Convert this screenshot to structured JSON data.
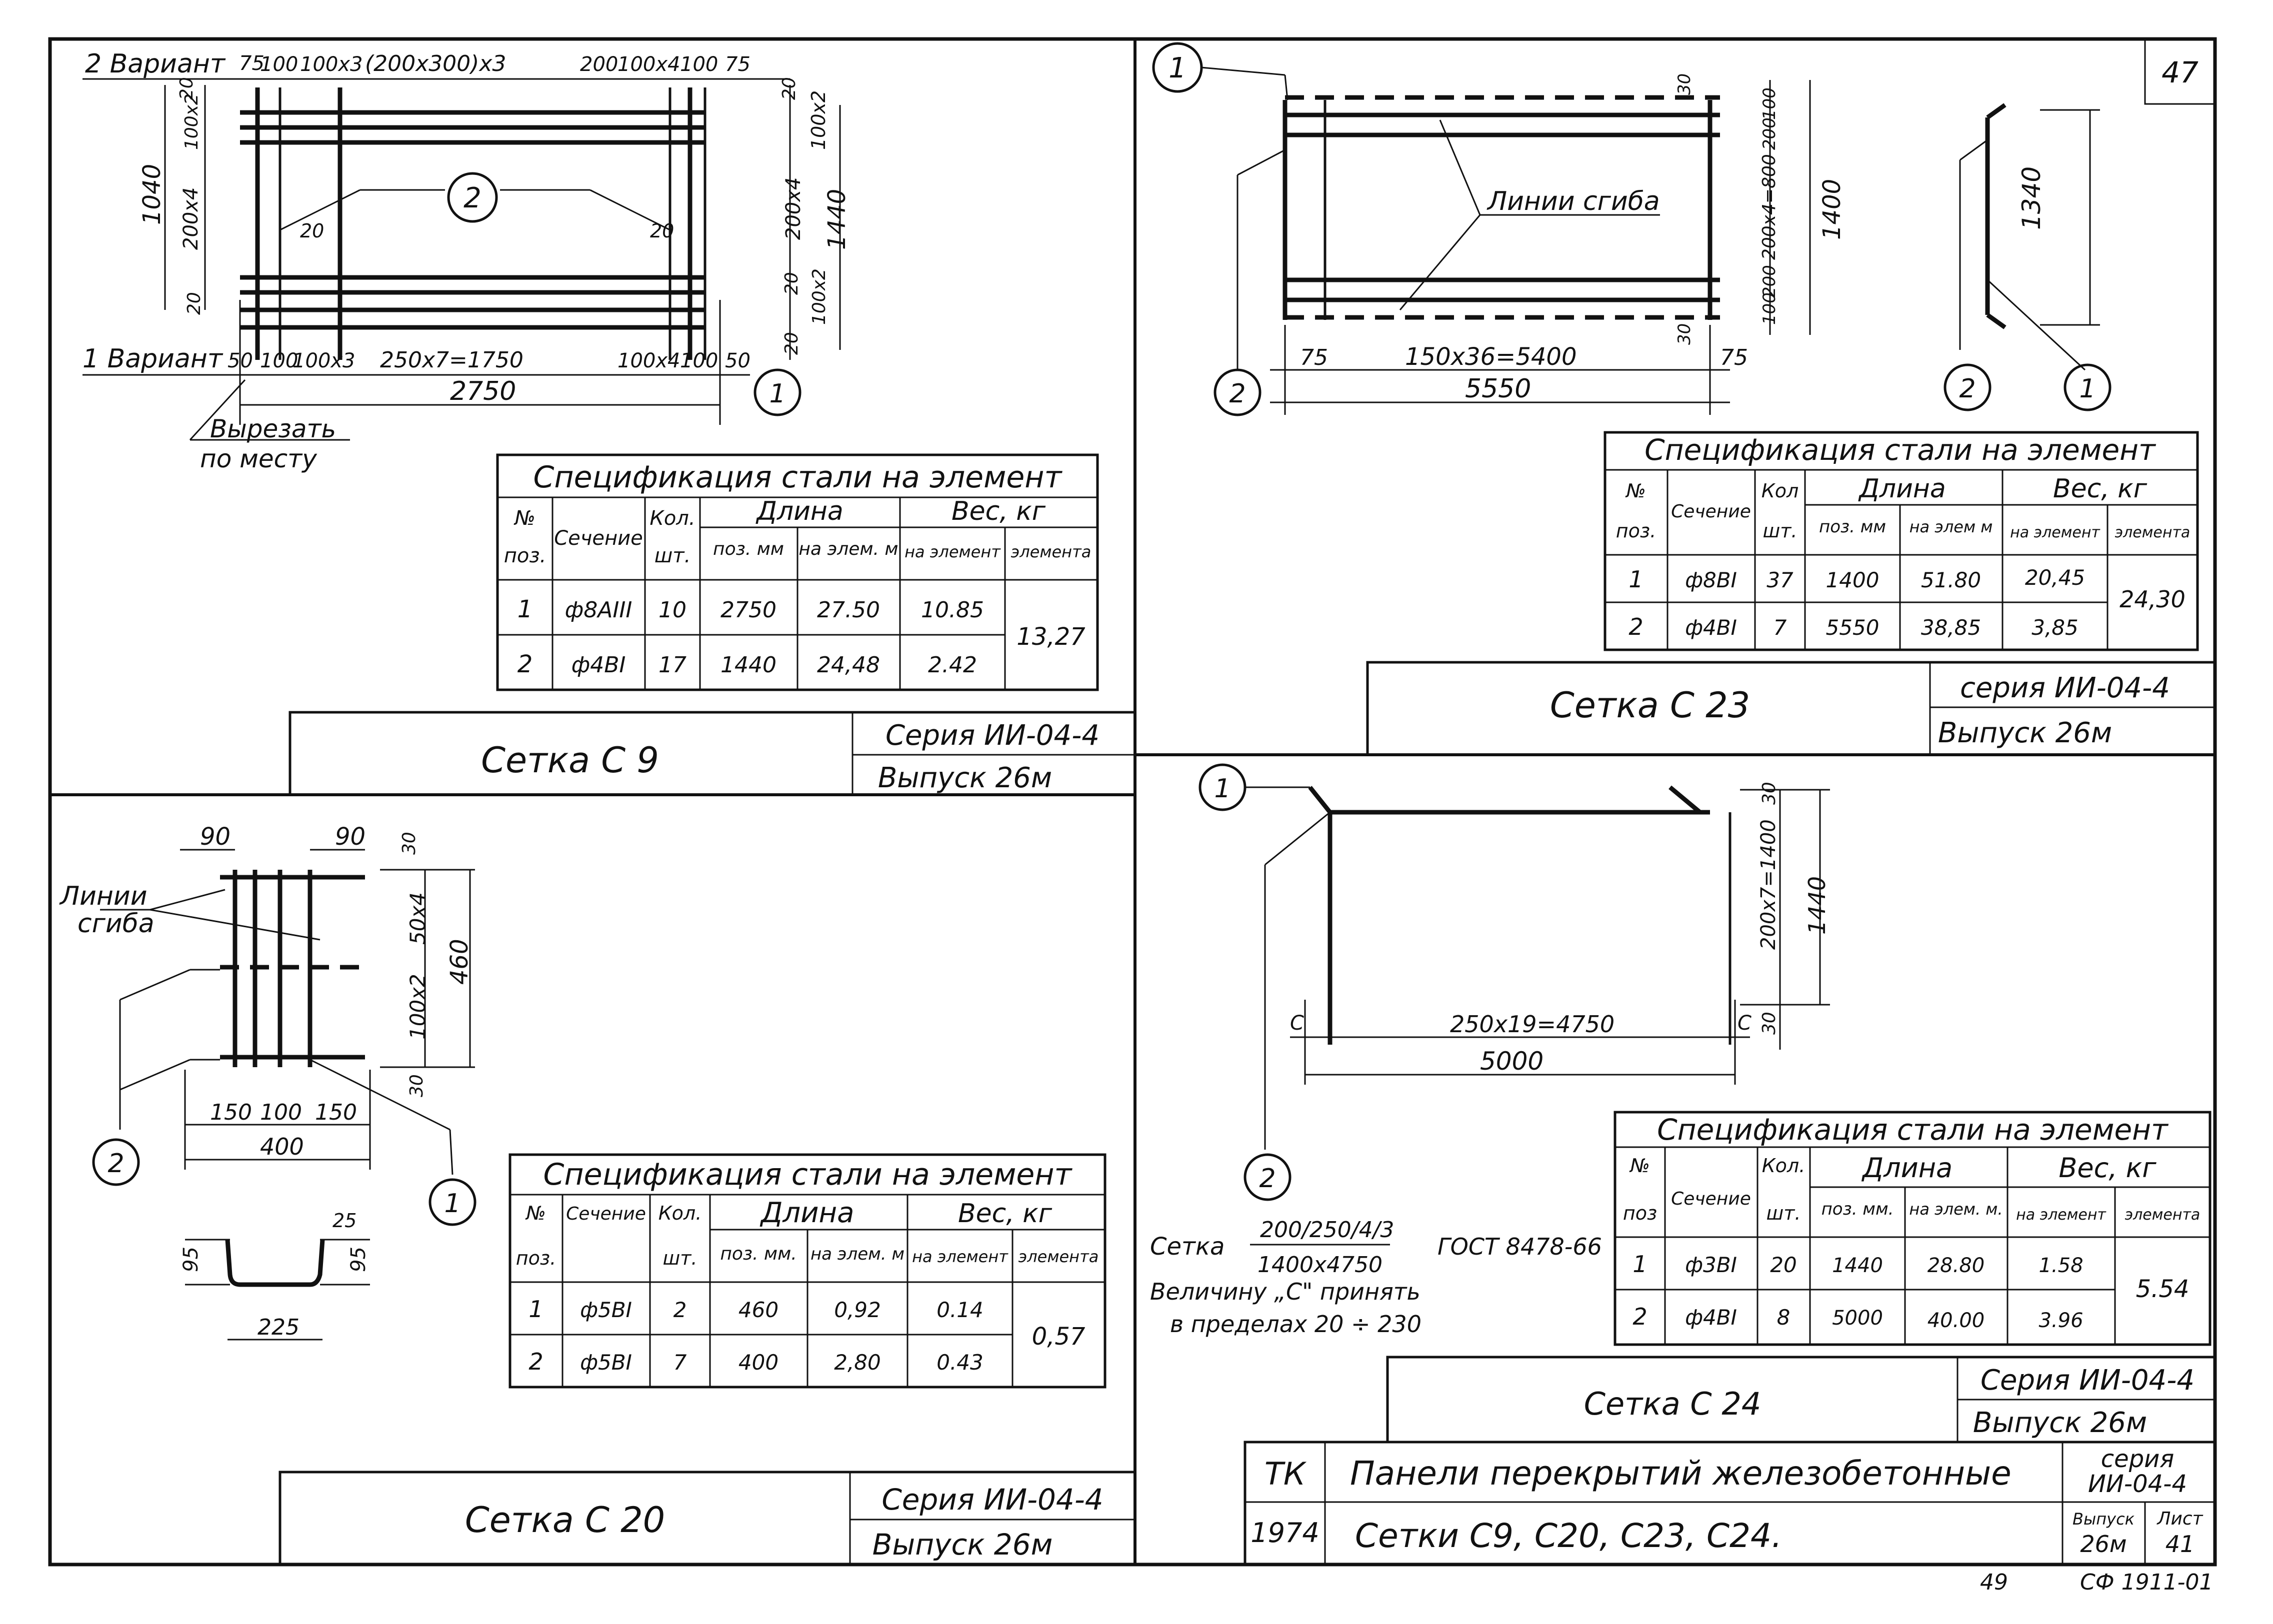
{
  "sheet": {
    "corner_number": "47",
    "footer_left": "49",
    "footer_right": "СФ 1911-01"
  },
  "c9": {
    "dims": {
      "v2_label": "2 Вариант",
      "t75a": "75",
      "t100": "100",
      "t100x3": "100x3",
      "t200x300x3": "(200x300)x3",
      "t200": "200",
      "t100x4": "100x4",
      "t100b": "100",
      "t75b": "75",
      "l20a": "20",
      "l100x2": "100x2",
      "l1040": "1040",
      "l200x4": "200x4",
      "l20b": "20",
      "r20a": "20",
      "r100x2": "100x2",
      "r200x4": "200x4",
      "r1440": "1440",
      "r20b": "20",
      "r100x2b": "100x2",
      "r20c": "20",
      "d20a": "20",
      "d20b": "20",
      "v1_label": "1 Вариант",
      "b50": "50",
      "b100": "100",
      "b100x3": "100x3",
      "b250x7": "250x7=1750",
      "b100x4": "100x4",
      "b50r": "50",
      "b2750": "2750"
    },
    "note_cut_1": "Вырезать",
    "note_cut_2": "по месту",
    "callouts": [
      "2",
      "1"
    ],
    "spec": {
      "title": "Спецификация стали на элемент",
      "h_num": "№",
      "h_pos": "поз.",
      "h_section": "Сечение",
      "h_qty1": "Кол.",
      "h_qty2": "шт.",
      "h_length": "Длина",
      "h_len_pos": "поз. мм",
      "h_len_el": "на элем. м",
      "h_weight": "Вес, кг",
      "h_w_el": "на элемент",
      "h_w_tot": "элемента",
      "rows": [
        {
          "pos": "1",
          "section": "ф8AIII",
          "qty": "10",
          "len_pos": "2750",
          "len_el": "27.50",
          "w_el": "10.85"
        },
        {
          "pos": "2",
          "section": "ф4BI",
          "qty": "17",
          "len_pos": "1440",
          "len_el": "24,48",
          "w_el": "2.42"
        }
      ],
      "total": "13,27"
    },
    "title_block": {
      "name": "Сетка С 9",
      "series": "Серия ИИ-04-4",
      "issue": "Выпуск 26м"
    }
  },
  "c23": {
    "dims": {
      "bend_lines": "Линии сгиба",
      "r30": "30",
      "r100": "100",
      "r200": "200",
      "r200x4": "200x4=800",
      "r1400": "1400",
      "r200b": "200",
      "r100b": "100",
      "r30b": "30",
      "b75a": "75",
      "b150x36": "150x36=5400",
      "b75b": "75",
      "b5550": "5550",
      "side1340": "1340"
    },
    "callouts": [
      "1",
      "2",
      "2",
      "1"
    ],
    "spec": {
      "title": "Спецификация стали на элемент",
      "h_num": "№",
      "h_pos": "поз.",
      "h_section": "Сечение",
      "h_qty1": "Кол",
      "h_qty2": "шт.",
      "h_length": "Длина",
      "h_len_pos": "поз. мм",
      "h_len_el": "на элем м",
      "h_weight": "Вес, кг",
      "h_w_el": "на элемент",
      "h_w_tot": "элемента",
      "rows": [
        {
          "pos": "1",
          "section": "ф8BI",
          "qty": "37",
          "len_pos": "1400",
          "len_el": "51.80",
          "w_el": "20,45"
        },
        {
          "pos": "2",
          "section": "ф4BI",
          "qty": "7",
          "len_pos": "5550",
          "len_el": "38,85",
          "w_el": "3,85"
        }
      ],
      "total": "24,30"
    },
    "title_block": {
      "name": "Сетка С 23",
      "series": "серия ИИ-04-4",
      "issue": "Выпуск 26м"
    }
  },
  "c20": {
    "dims": {
      "bend_1": "Линии",
      "bend_2": "сгиба",
      "t90a": "90",
      "t90b": "90",
      "r30a": "30",
      "r50x4": "50x4",
      "r460": "460",
      "r100x2": "100x2",
      "r30b": "30",
      "b150a": "150",
      "b100": "100",
      "b150b": "150",
      "b400": "400",
      "s25": "25",
      "s95a": "95",
      "s95b": "95",
      "s225": "225"
    },
    "callouts": [
      "2",
      "1"
    ],
    "spec": {
      "title": "Спецификация стали на элемент",
      "h_num": "№",
      "h_pos": "поз.",
      "h_section": "Сечение",
      "h_qty1": "Кол.",
      "h_qty2": "шт.",
      "h_length": "Длина",
      "h_len_pos": "поз. мм.",
      "h_len_el": "на элем. м",
      "h_weight": "Вес, кг",
      "h_w_el": "на элемент",
      "h_w_tot": "элемента",
      "rows": [
        {
          "pos": "1",
          "section": "ф5BI",
          "qty": "2",
          "len_pos": "460",
          "len_el": "0,92",
          "w_el": "0.14"
        },
        {
          "pos": "2",
          "section": "ф5BI",
          "qty": "7",
          "len_pos": "400",
          "len_el": "2,80",
          "w_el": "0.43"
        }
      ],
      "total": "0,57"
    },
    "title_block": {
      "name": "Сетка С 20",
      "series": "Серия ИИ-04-4",
      "issue": "Выпуск 26м"
    }
  },
  "c24": {
    "dims": {
      "r30a": "30",
      "r200x7": "200x7=1400",
      "r1440": "1440",
      "r30b": "30",
      "c_left": "С",
      "c_right": "С",
      "b250x19": "250x19=4750",
      "b5000": "5000"
    },
    "callouts": [
      "1",
      "2"
    ],
    "note": {
      "mesh_word": "Сетка",
      "frac_top": "200/250/4/3",
      "frac_bottom": "1400x4750",
      "gost": "ГОСТ 8478-66",
      "line2": "Величину „С\" принять",
      "line3": "в пределах 20 ÷ 230"
    },
    "spec": {
      "title": "Спецификация стали на элемент",
      "h_num": "№",
      "h_pos": "поз",
      "h_section": "Сечение",
      "h_qty1": "Кол.",
      "h_qty2": "шт.",
      "h_length": "Длина",
      "h_len_pos": "поз. мм.",
      "h_len_el": "на элем. м.",
      "h_weight": "Вес, кг",
      "h_w_el": "на элемент",
      "h_w_tot": "элемента",
      "rows": [
        {
          "pos": "1",
          "section": "ф3BI",
          "qty": "20",
          "len_pos": "1440",
          "len_el": "28.80",
          "w_el": "1.58"
        },
        {
          "pos": "2",
          "section": "ф4BI",
          "qty": "8",
          "len_pos": "5000",
          "len_el": "40.00",
          "w_el": "3.96"
        }
      ],
      "total": "5.54"
    },
    "title_block": {
      "name": "Сетка С 24",
      "series": "Серия ИИ-04-4",
      "issue": "Выпуск 26м"
    }
  },
  "main_title": {
    "tk": "ТК",
    "year": "1974",
    "subject": "Панели перекрытий железобетонные",
    "contents": "Сетки С9, С20, С23, С24.",
    "series_1": "серия",
    "series_2": "ИИ-04-4",
    "issue_1": "Выпуск",
    "issue_2": "26м",
    "sheet_1": "Лист",
    "sheet_2": "41"
  }
}
